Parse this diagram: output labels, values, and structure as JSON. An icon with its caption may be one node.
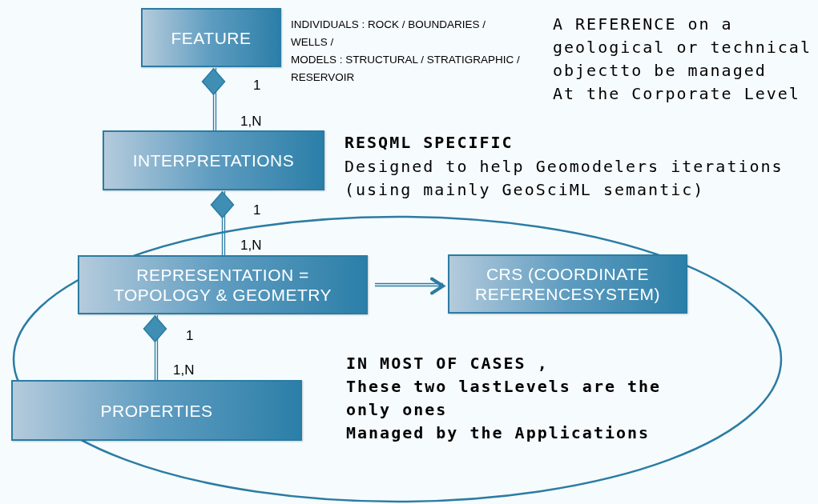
{
  "diagram": {
    "nodes": [
      {
        "text": [
          "FEATURE"
        ],
        "beside": [
          "INDIVIDUALS : ROCK / BOUNDARIES / WELLS /",
          "MODELS : STRUCTURAL / STRATIGRAPHIC / RESERVOIR"
        ]
      },
      {
        "text": [
          "INTERPRETATIONS"
        ]
      },
      {
        "text": [
          "REPRESENTATION = TOPOLOGY &  GEOMETRY"
        ]
      },
      {
        "text": [
          "CRS (COORDINATE REFERENCESYSTEM)"
        ]
      },
      {
        "text": [
          "PROPERTIES"
        ]
      }
    ],
    "edges": [
      {
        "from": 0,
        "to": 1,
        "arrow": "other"
      },
      {
        "from": 1,
        "to": 2,
        "arrow": "other"
      },
      {
        "from": 2,
        "to": 4,
        "arrow": "other"
      },
      {
        "from": 2,
        "to": 3,
        "arrow": "to"
      }
    ],
    "labels": [
      "A REFERENCE on a geological or technical objectto be managed",
      "At the Corporate Level",
      "RESQML SPECIFIC",
      "Designed to help Geomodelers iterations (using mainly GeoSciML semantic)",
      "1",
      "1,N",
      "1",
      "1,N",
      "1",
      "1,N",
      "IN MOST OF CASES ,",
      "These two lastLevels are the only ones",
      "Managed by the Applications"
    ]
  }
}
